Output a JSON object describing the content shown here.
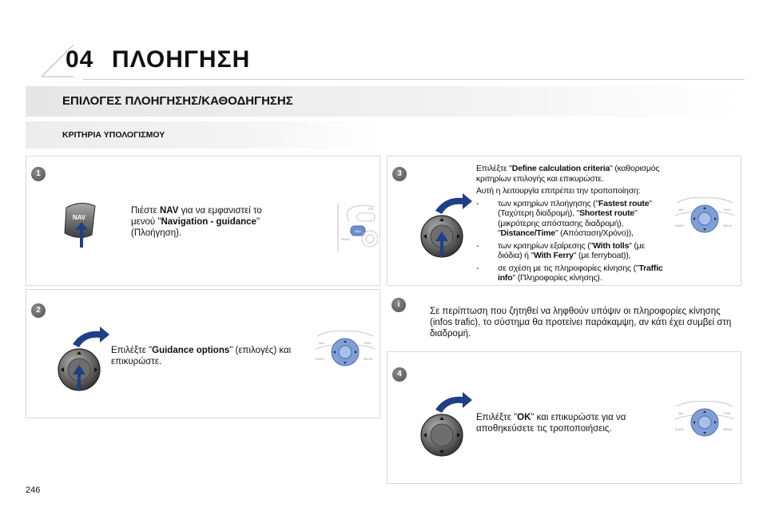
{
  "header": {
    "chapter_number": "04",
    "chapter_title": "ΠΛΟΗΓΗΣΗ"
  },
  "section": {
    "title": "ΕΠΙΛΟΓΕΣ ΠΛΟΗΓΗΣΗΣ/ΚΑΘΟΔΗΓΗΣΗΣ"
  },
  "subsection": {
    "title": "ΚΡΙΤΗΡΙΑ ΥΠΟΛΟΓΙΣΜΟΥ"
  },
  "steps": {
    "s1": {
      "badge": "1",
      "t1": "Πιέστε ",
      "b1": "NAV",
      "t2": " για να εμφανιστεί το μενού \"",
      "b2": "Navigation - guidance",
      "t3": "\" (Πλοήγηση).",
      "key_label": "NAV"
    },
    "s2": {
      "badge": "2",
      "t1": "Επιλέξτε \"",
      "b1": "Guidance options",
      "t2": "\" (επιλογές) και επικυρώστε."
    },
    "s3": {
      "badge": "3",
      "p1_t1": "Επιλέξτε \"",
      "p1_b1": "Define calculation criteria",
      "p1_t2": "\" (καθορισμός κριτηρίων επιλογής και επικυρώστε.",
      "p2": "Αυτή η λειτουργία επιτρέπει την τροποποίηση:",
      "dash": "-",
      "l1_t1": "των κριτηρίων πλοήγησης (\"",
      "l1_b1": "Fastest route",
      "l1_t2": "\" (Ταχύτερη διαδρομή), \"",
      "l1_b2": "Shortest route",
      "l1_t3": "\" (μικρότερης απόστασης διαδρομή), \"",
      "l1_b3": "Distance/Time",
      "l1_t4": "\" (Απόσταση/Χρόνο)),",
      "l2_t1": "των κριτηρίων εξαίρεσης (\"",
      "l2_b1": "With tolls",
      "l2_t2": "\" (με διόδια) ή \"",
      "l2_b2": "With Ferry",
      "l2_t3": "\" (με ferryboat)),",
      "l3_t1": "σε σχέση με τις πληροφορίες κίνησης (\"",
      "l3_b1": "Traffic info",
      "l3_t2": "\" (Πληροφορίες κίνησης)."
    },
    "info": {
      "badge": "i",
      "text": "Σε περίπτωση που ζητηθεί να ληφθούν υπόψιν οι πληροφορίες κίνησης (infos trafic), το σύστημα θα προτείνει παράκαμψη, αν κάτι έχει συμβεί στη διαδρομή."
    },
    "s4": {
      "badge": "4",
      "t1": "Επιλέξτε \"",
      "b1": "OK",
      "t2": "\" και επικυρώστε για να αποθηκεύσετε τις τροποποιήσεις."
    }
  },
  "panel_labels": {
    "nav": "NAV",
    "trad": "TRAD",
    "radio": "RADIO",
    "media": "MEDIA",
    "esc": "ESC"
  },
  "page_number": "246",
  "colors": {
    "arrow_blue": "#1f3f86",
    "knob_blue": "#5f83c6",
    "badge_gray": "#5b5b5b"
  }
}
